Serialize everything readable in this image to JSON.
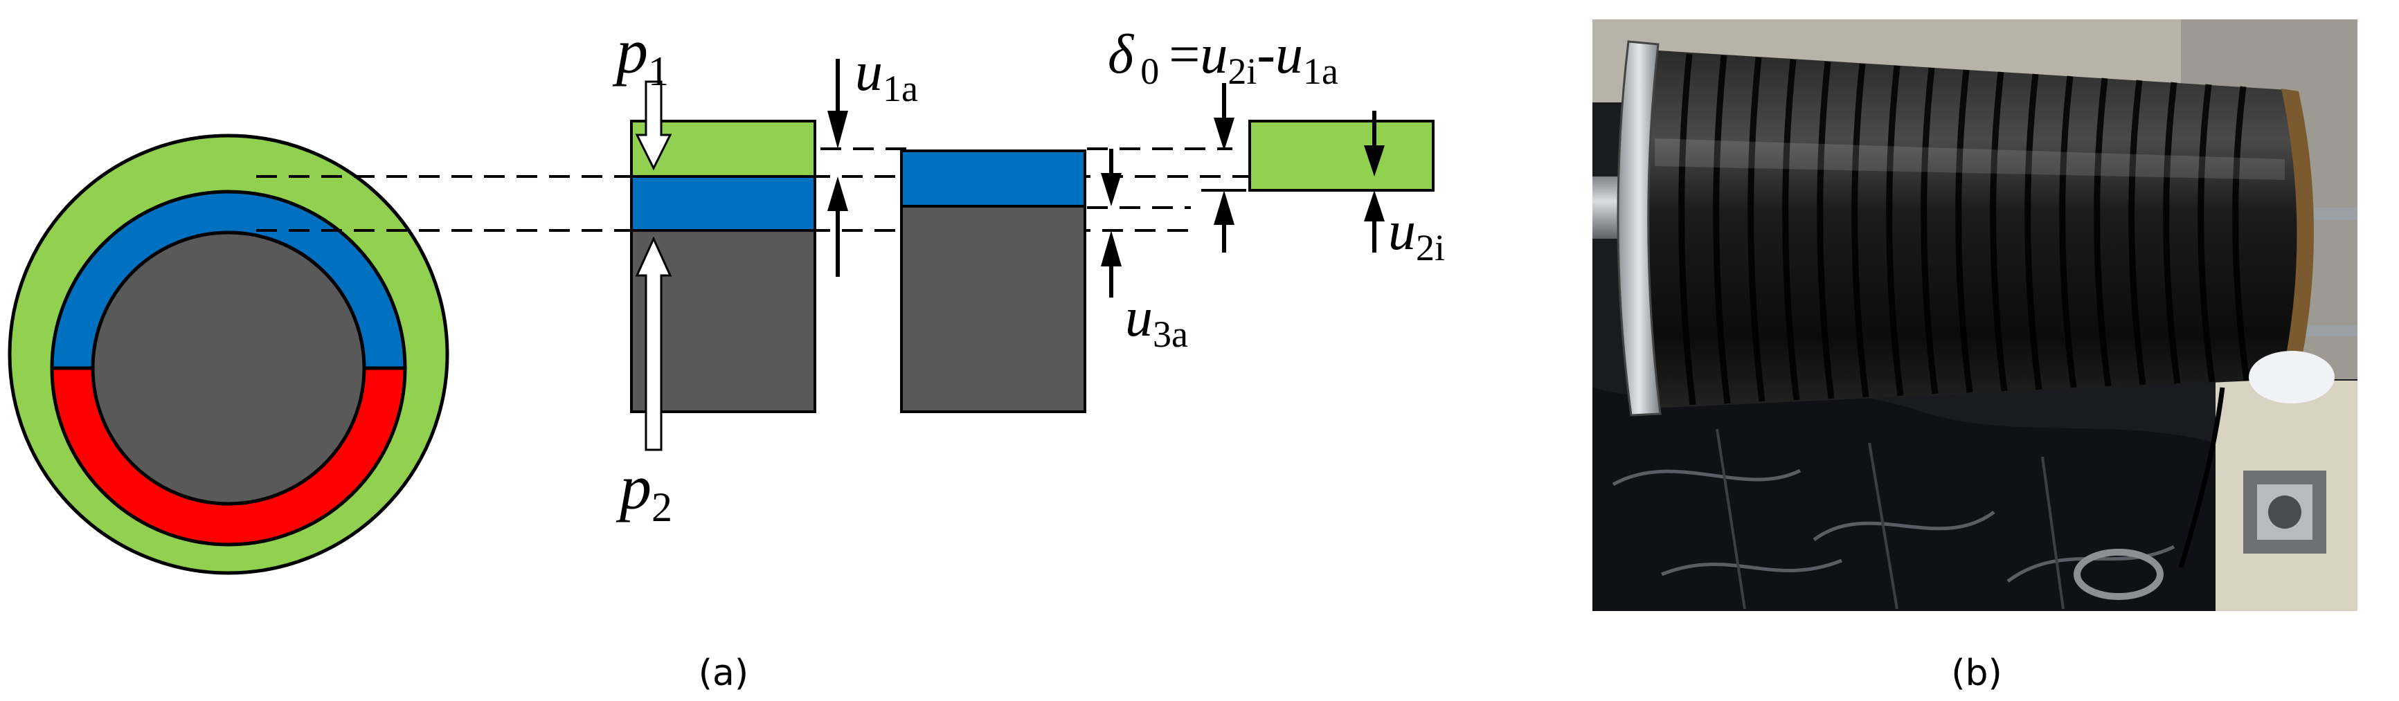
{
  "colors": {
    "green": "#92d050",
    "blue": "#0070c0",
    "red": "#ff0000",
    "dark": "#595959",
    "line": "#000000",
    "background": "#ffffff"
  },
  "labels": {
    "p1_main": "p",
    "p1_sub": "1",
    "p2_main": "p",
    "p2_sub": "2",
    "u1a_main": "u",
    "u1a_sub": "1a",
    "u3a_main": "u",
    "u3a_sub": "3a",
    "u2i_main": "u",
    "u2i_sub": "2i",
    "delta_sym": "δ",
    "delta_sub": "0",
    "delta_eq": "=",
    "delta_u2i_main": "u",
    "delta_u2i_sub": "2i",
    "delta_minus": "-",
    "delta_u1a_main": "u",
    "delta_u1a_sub": "1a"
  },
  "captions": {
    "a": "(a)",
    "b": "(b)"
  },
  "photo": {
    "subject": "black-rubber-coated-cylinder"
  }
}
